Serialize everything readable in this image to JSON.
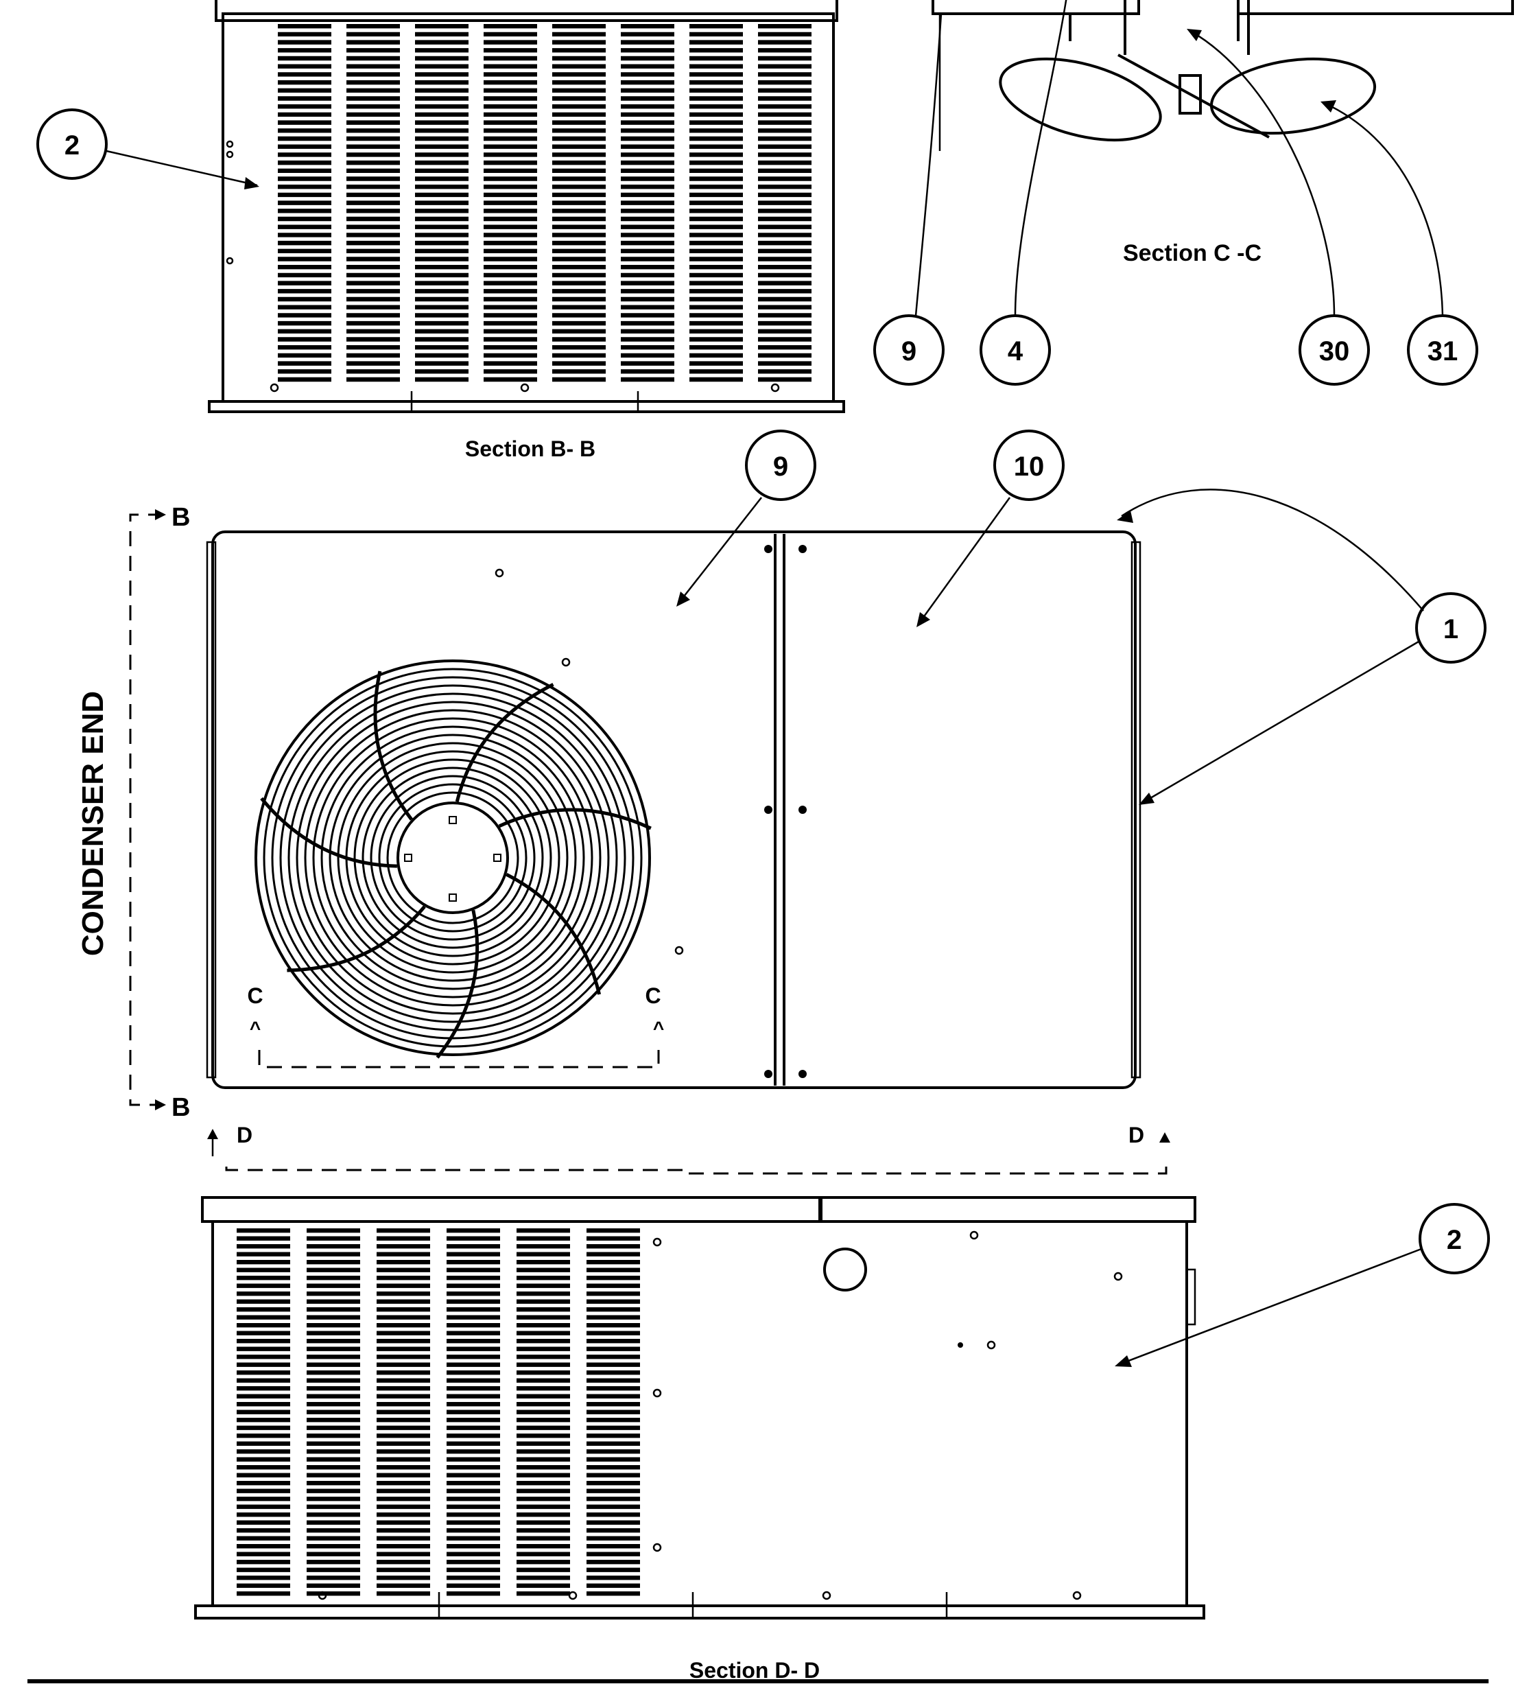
{
  "sections": {
    "b": "Section B- B",
    "c": "Section C -C",
    "d": "Section D- D"
  },
  "side_label": "CONDENSER END",
  "section_marks": {
    "b_top": "B",
    "b_bottom": "B",
    "c_left": "C",
    "c_right": "C",
    "d_left": "D",
    "d_right": "D"
  },
  "callouts": {
    "c2_top": "2",
    "c9_secc": "9",
    "c4_secc": "4",
    "c30_secc": "30",
    "c31_secc": "31",
    "c9_top": "9",
    "c10_top": "10",
    "c1": "1",
    "c2_bottom": "2"
  }
}
